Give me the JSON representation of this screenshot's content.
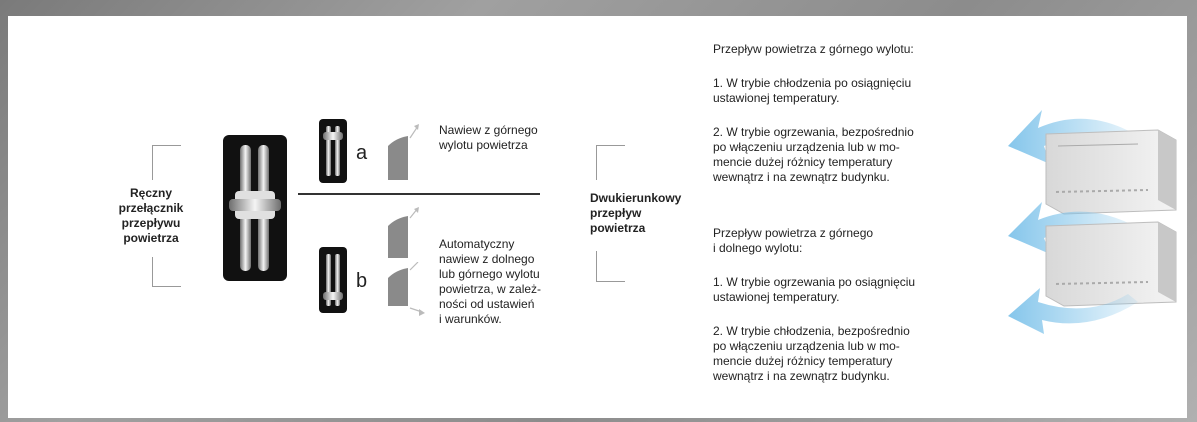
{
  "left": {
    "manual_label": "Ręczny\nprzełącznik\nprzepływu\npowietrza",
    "letter_a": "a",
    "letter_b": "b",
    "text_top": "Nawiew z górnego\nwylotu powietrza",
    "text_bottom": "Automatyczny\nnawiew z dolnego\nlub górnego wylotu\npowietrza, w zależ-\nności od ustawień\ni warunków."
  },
  "middle": {
    "bidirectional_label": "Dwukierunkowy\nprzepływ\npowietrza"
  },
  "right": {
    "section1_title": "Przepływ powietrza z górnego wylotu:",
    "section1_item1": "1. W trybie chłodzenia po osiągnięciu\n    ustawionej temperatury.",
    "section1_item2": "2. W trybie ogrzewania, bezpośrednio\n    po włączeniu urządzenia lub w mo-\n    mencie dużej różnicy temperatury\n    wewnątrz i na zewnątrz budynku.",
    "section2_title": "Przepływ powietrza z górnego\ni dolnego wylotu:",
    "section2_item1": "1. W trybie ogrzewania po osiągnięciu\n    ustawionej temperatury.",
    "section2_item2": "2. W trybie chłodzenia, bezpośrednio\n    po włączeniu urządzenia lub w mo-\n    mencie dużej różnicy temperatury\n    wewnątrz i na zewnątrz budynku."
  },
  "colors": {
    "arrow_blue": "#7fc3ea",
    "switch_dark": "#111111",
    "outlet_gray": "#8a8a8a",
    "bracket_gray": "#999999"
  }
}
